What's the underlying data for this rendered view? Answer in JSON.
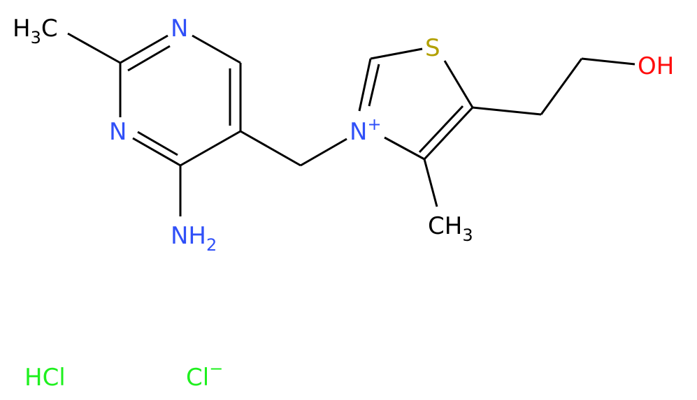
{
  "molecule": {
    "atoms": {
      "methyl_top_left": {
        "main": "H",
        "sub": "3",
        "tail": "C",
        "color": "#000000"
      },
      "pyrimidine_n_top": {
        "text": "N",
        "color": "#3050F8"
      },
      "pyrimidine_n_left": {
        "text": "N",
        "color": "#3050F8"
      },
      "amino": {
        "main": "NH",
        "sub": "2",
        "color": "#3050F8"
      },
      "thiazolium_n": {
        "text": "N",
        "charge": "+",
        "color": "#3050F8"
      },
      "sulfur": {
        "text": "S",
        "color": "#B2A000"
      },
      "hydroxyl": {
        "text": "OH",
        "color": "#FF0D0D"
      },
      "methyl_bottom": {
        "main": "CH",
        "sub": "3",
        "color": "#000000"
      }
    },
    "counterions": {
      "hcl": {
        "text": "HCl",
        "color": "#1FF01F"
      },
      "chloride": {
        "text": "Cl",
        "charge": "−",
        "color": "#1FF01F"
      }
    }
  }
}
